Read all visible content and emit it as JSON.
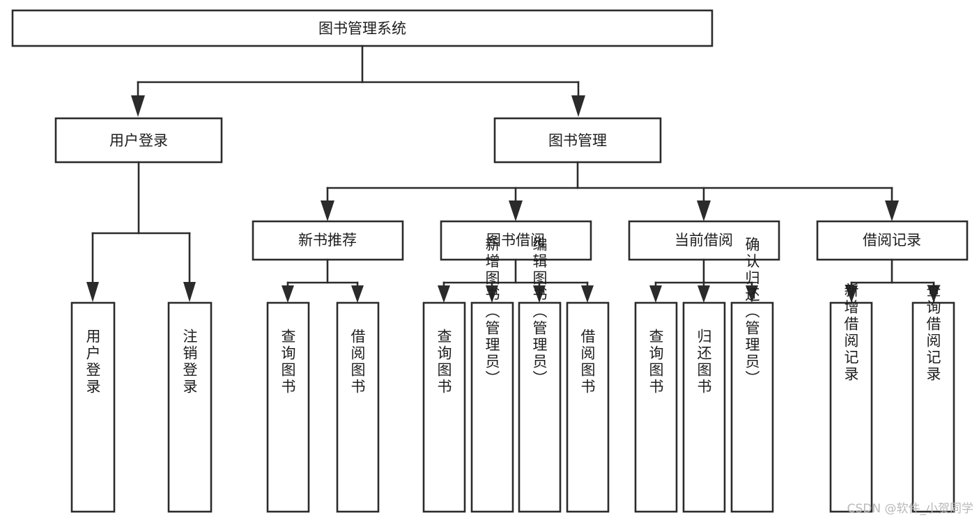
{
  "diagram": {
    "title": "图书管理系统",
    "type": "hierarchy-tree",
    "watermark": "CSDN @软件_小贺同学",
    "colors": {
      "stroke": "#2b2b2b",
      "fill": "#ffffff",
      "text": "#1d1d1d",
      "watermark": "#b9b9b9"
    },
    "root": {
      "id": "root",
      "label": "图书管理系统"
    },
    "level2": [
      {
        "id": "user-login",
        "label": "用户登录"
      },
      {
        "id": "book-manage",
        "label": "图书管理"
      }
    ],
    "level3": [
      {
        "id": "new-book-recommend",
        "label": "新书推荐",
        "parent": "book-manage"
      },
      {
        "id": "book-borrow",
        "label": "图书借阅",
        "parent": "book-manage"
      },
      {
        "id": "current-borrow",
        "label": "当前借阅",
        "parent": "book-manage"
      },
      {
        "id": "borrow-record",
        "label": "借阅记录",
        "parent": "book-manage"
      }
    ],
    "leaves": {
      "user-login": [
        {
          "id": "leaf-user-login",
          "label": "用户登录"
        },
        {
          "id": "leaf-user-logout",
          "label": "注销登录"
        }
      ],
      "new-book-recommend": [
        {
          "id": "leaf-query-book-1",
          "label": "查询图书"
        },
        {
          "id": "leaf-borrow-book-1",
          "label": "借阅图书"
        }
      ],
      "book-borrow": [
        {
          "id": "leaf-query-book-2",
          "label": "查询图书"
        },
        {
          "id": "leaf-add-book",
          "label": "新增图书（管理员）"
        },
        {
          "id": "leaf-edit-book",
          "label": "编辑图书（管理员）"
        },
        {
          "id": "leaf-borrow-book-2",
          "label": "借阅图书"
        }
      ],
      "current-borrow": [
        {
          "id": "leaf-query-book-3",
          "label": "查询图书"
        },
        {
          "id": "leaf-return-book",
          "label": "归还图书"
        },
        {
          "id": "leaf-confirm-return",
          "label": "确认归还（管理员）"
        }
      ],
      "borrow-record": [
        {
          "id": "leaf-add-record",
          "label": "新增借阅记录"
        },
        {
          "id": "leaf-query-record",
          "label": "查询借阅记录"
        }
      ]
    }
  }
}
